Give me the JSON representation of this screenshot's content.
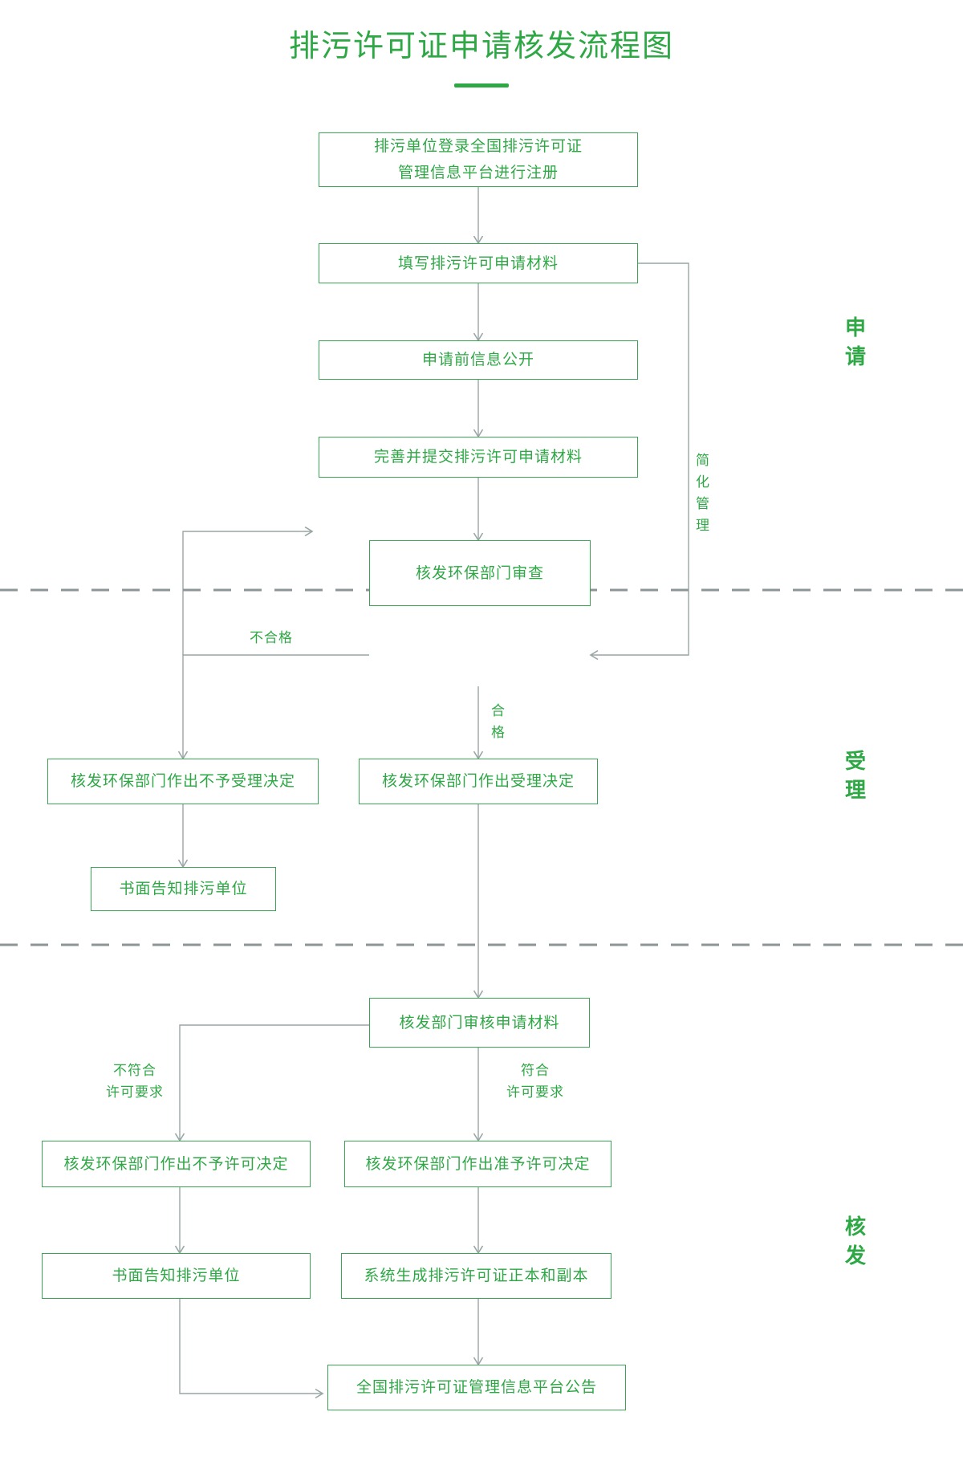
{
  "page": {
    "title": "排污许可证申请核发流程图",
    "accent_green": "#2ea745",
    "box_border_green": "#3aa655",
    "wire_gray": "#9aa5a5",
    "divider_gray": "#8d9696",
    "background": "#ffffff"
  },
  "stage_labels": [
    {
      "id": "apply",
      "text": "申请"
    },
    {
      "id": "accept",
      "text": "受理"
    },
    {
      "id": "issue",
      "text": "核发"
    }
  ],
  "nodes": [
    {
      "id": "n1",
      "text": "排污单位登录全国排污许可证\n管理信息平台进行注册"
    },
    {
      "id": "n2",
      "text": "填写排污许可申请材料"
    },
    {
      "id": "n3",
      "text": "申请前信息公开"
    },
    {
      "id": "n4",
      "text": "完善并提交排污许可申请材料"
    },
    {
      "id": "n5",
      "text": "核发环保部门审查"
    },
    {
      "id": "n6",
      "text": "核发环保部门作出不予受理决定"
    },
    {
      "id": "n7",
      "text": "核发环保部门作出受理决定"
    },
    {
      "id": "n8",
      "text": "书面告知排污单位"
    },
    {
      "id": "n9",
      "text": "核发部门审核申请材料"
    },
    {
      "id": "n10",
      "text": "核发环保部门作出不予许可决定"
    },
    {
      "id": "n11",
      "text": "核发环保部门作出准予许可决定"
    },
    {
      "id": "n12",
      "text": "书面告知排污单位"
    },
    {
      "id": "n13",
      "text": "系统生成排污许可证正本和副本"
    },
    {
      "id": "n14",
      "text": "全国排污许可证管理信息平台公告"
    }
  ],
  "edge_labels": [
    {
      "id": "simplified",
      "text": "简\n化\n管\n理"
    },
    {
      "id": "fail",
      "text": "不合格"
    },
    {
      "id": "pass",
      "text": "合\n格"
    },
    {
      "id": "not-meet",
      "text": "不符合\n许可要求"
    },
    {
      "id": "meet",
      "text": "符合\n许可要求"
    }
  ],
  "dividers": [
    {
      "id": "divider-apply-accept"
    },
    {
      "id": "divider-accept-issue"
    }
  ]
}
